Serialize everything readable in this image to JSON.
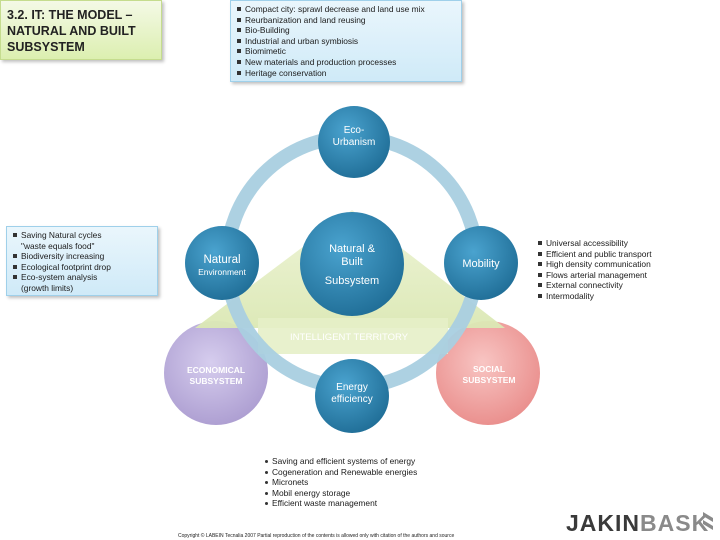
{
  "title": "3.2. IT: THE MODEL –\nNATURAL AND BUILT\nSUBSYSTEM",
  "top_box": [
    "Compact city: sprawl decrease and land use mix",
    "Reurbanization and land reusing",
    "Bio-Building",
    "Industrial and urban symbiosis",
    "Biomimetic",
    "New materials and production processes",
    "Heritage conservation"
  ],
  "left_box": [
    "Saving Natural cycles",
    "\"waste equals food\"",
    "Biodiversity  increasing",
    "Ecological footprint drop",
    "Eco-system analysis",
    "(growth limits)"
  ],
  "right_list": [
    "Universal accessibility",
    "Efficient and public transport",
    "High density communication",
    "Flows arterial management",
    "External connectivity",
    "Intermodality"
  ],
  "bottom_list": [
    "Saving and efficient systems of energy",
    "Cogeneration and Renewable energies",
    "Micronets",
    "Mobil energy storage",
    "Efficient waste management"
  ],
  "diagram": {
    "eco": [
      "Eco-",
      "Urbanism"
    ],
    "natural": "Natural",
    "environment": "Environment",
    "center": [
      "Natural  &",
      "Built",
      "Subsystem"
    ],
    "mobility": "Mobility",
    "territory": "INTELLIGENT TERRITORY",
    "economical": [
      "ECONOMICAL",
      "SUBSYSTEM"
    ],
    "social": [
      "SOCIAL",
      "SUBSYSTEM"
    ],
    "energy": [
      "Energy",
      "efficiency"
    ]
  },
  "footer": "Copyright © LABEIN Tecnalia  2007  Partial reproduction of the contents is allowed only with citation of the authors  and source",
  "logo": {
    "left": "JAKIN",
    "right": "BASK"
  },
  "colors": {
    "blue_circle": "#2b7fab",
    "ring": "#a9cfe0",
    "territory": "#e6efc8",
    "economical": "#b7aad6",
    "social": "#ef9a98",
    "logo_dark": "#3a3a3a",
    "logo_light": "#8a8a8a"
  }
}
